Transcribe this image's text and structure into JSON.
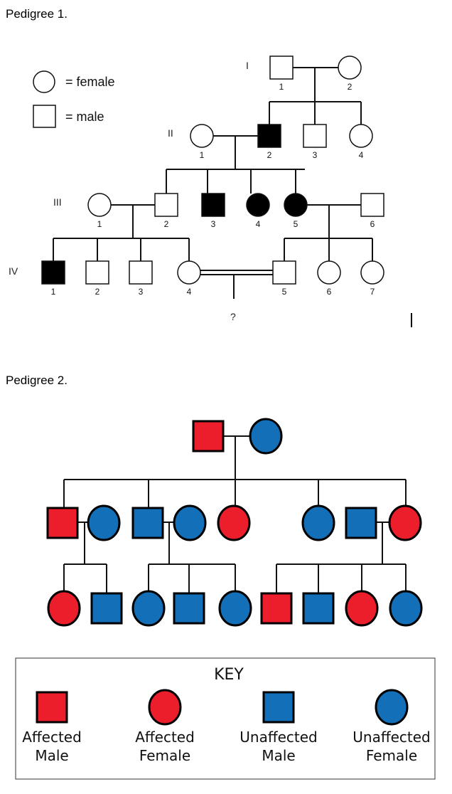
{
  "pedigree1": {
    "title": "Pedigree 1.",
    "legend": [
      {
        "shape": "circle",
        "label": "= female"
      },
      {
        "shape": "square",
        "label": "= male"
      }
    ],
    "generations": [
      "I",
      "II",
      "III",
      "IV"
    ],
    "individuals": {
      "I-1": {
        "sex": "male",
        "affected": false,
        "label": "1"
      },
      "I-2": {
        "sex": "female",
        "affected": false,
        "label": "2"
      },
      "II-1": {
        "sex": "female",
        "affected": false,
        "label": "1"
      },
      "II-2": {
        "sex": "male",
        "affected": true,
        "label": "2"
      },
      "II-3": {
        "sex": "male",
        "affected": false,
        "label": "3"
      },
      "II-4": {
        "sex": "female",
        "affected": false,
        "label": "4"
      },
      "III-1": {
        "sex": "female",
        "affected": false,
        "label": "1"
      },
      "III-2": {
        "sex": "male",
        "affected": false,
        "label": "2"
      },
      "III-3": {
        "sex": "male",
        "affected": true,
        "label": "3"
      },
      "III-4": {
        "sex": "female",
        "affected": true,
        "label": "4"
      },
      "III-5": {
        "sex": "female",
        "affected": true,
        "label": "5"
      },
      "III-6": {
        "sex": "male",
        "affected": false,
        "label": "6"
      },
      "IV-1": {
        "sex": "male",
        "affected": true,
        "label": "1"
      },
      "IV-2": {
        "sex": "male",
        "affected": false,
        "label": "2"
      },
      "IV-3": {
        "sex": "male",
        "affected": false,
        "label": "3"
      },
      "IV-4": {
        "sex": "female",
        "affected": false,
        "label": "4"
      },
      "IV-5": {
        "sex": "male",
        "affected": false,
        "label": "5"
      },
      "IV-6": {
        "sex": "female",
        "affected": false,
        "label": "6"
      },
      "IV-7": {
        "sex": "female",
        "affected": false,
        "label": "7"
      }
    },
    "consanguineous_offspring_label": "?"
  },
  "pedigree2": {
    "title": "Pedigree 2.",
    "colors": {
      "affected": "#EC1E2C",
      "unaffected": "#1370B8",
      "outline": "#000000"
    },
    "generation1": [
      {
        "sex": "male",
        "affected": true
      },
      {
        "sex": "female",
        "affected": false
      }
    ],
    "generation2": [
      {
        "sex": "male",
        "affected": true
      },
      {
        "sex": "female",
        "affected": false,
        "spouse": true
      },
      {
        "sex": "male",
        "affected": false
      },
      {
        "sex": "female",
        "affected": false,
        "spouse": true
      },
      {
        "sex": "female",
        "affected": true
      },
      {
        "sex": "female",
        "affected": false
      },
      {
        "sex": "male",
        "affected": false,
        "spouse": true
      },
      {
        "sex": "female",
        "affected": true
      }
    ],
    "generation3": [
      {
        "sex": "female",
        "affected": true
      },
      {
        "sex": "male",
        "affected": false
      },
      {
        "sex": "female",
        "affected": false
      },
      {
        "sex": "male",
        "affected": false
      },
      {
        "sex": "female",
        "affected": false
      },
      {
        "sex": "male",
        "affected": true
      },
      {
        "sex": "male",
        "affected": false
      },
      {
        "sex": "female",
        "affected": true
      },
      {
        "sex": "female",
        "affected": false
      }
    ],
    "key": {
      "title": "KEY",
      "items": [
        {
          "sex": "male",
          "affected": true,
          "line1": "Affected",
          "line2": "Male"
        },
        {
          "sex": "female",
          "affected": true,
          "line1": "Affected",
          "line2": "Female"
        },
        {
          "sex": "male",
          "affected": false,
          "line1": "Unaffected",
          "line2": "Male"
        },
        {
          "sex": "female",
          "affected": false,
          "line1": "Unaffected",
          "line2": "Female"
        }
      ]
    }
  }
}
